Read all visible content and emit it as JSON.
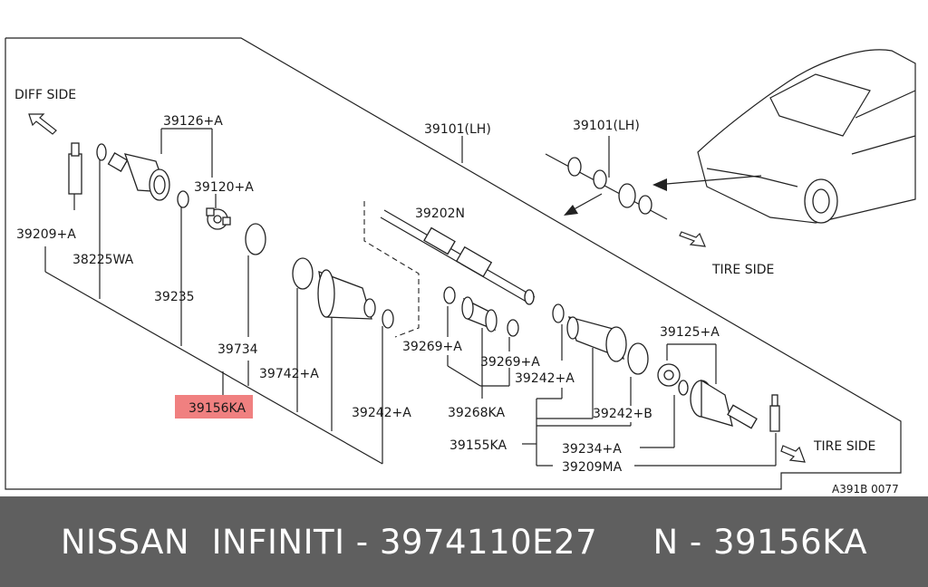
{
  "diagram": {
    "direction_labels": {
      "diff_side": "DIFF SIDE",
      "tire_side_top": "TIRE SIDE",
      "tire_side_bottom": "TIRE SIDE"
    },
    "part_numbers": {
      "p39126": "39126+A",
      "p39120": "39120+A",
      "p39209A": "39209+A",
      "p38225": "38225WA",
      "p39235": "39235",
      "p39734": "39734",
      "p39742": "39742+A",
      "p39156": "39156KA",
      "p39242_left": "39242+A",
      "p39101_main": "39101(LH)",
      "p39101_inset": "39101(LH)",
      "p39202": "39202N",
      "p39269_a": "39269+A",
      "p39269_b": "39269+A",
      "p39268": "39268KA",
      "p39242_mid": "39242+A",
      "p39155": "39155KA",
      "p39125": "39125+A",
      "p39242_b": "39242+B",
      "p39234": "39234+A",
      "p39209MA": "39209MA"
    },
    "figure_code": "A391B 0077",
    "highlight_color": "#f08080"
  },
  "footer": {
    "text": "NISSAN  INFINITI - 3974110E27     N - 39156KA"
  }
}
